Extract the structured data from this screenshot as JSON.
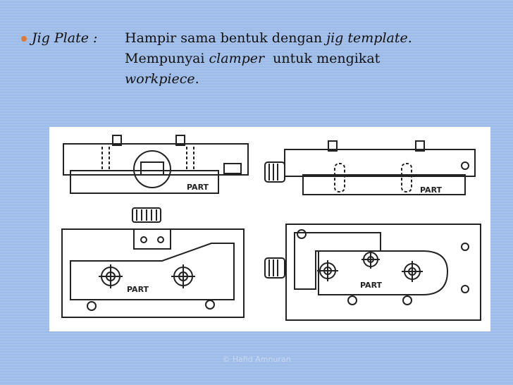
{
  "slide": {
    "term": "Jig Plate :",
    "line1_text": "Hampir sama bentuk dengan ",
    "line1_italic": "jig template",
    "line1_end": ".",
    "line2_text": "Mempunyai ",
    "line2_italic": "clamper",
    "line2_end": "  untuk mengikat",
    "line3_italic": "workpiece",
    "line3_end": "."
  },
  "figure": {
    "part_labels": [
      "PART",
      "PART",
      "PART",
      "PART"
    ]
  },
  "footer": {
    "text": "© Hafid Amnuran"
  },
  "colors": {
    "background": "#9dbbe8",
    "bullet": "#e07a3a"
  }
}
